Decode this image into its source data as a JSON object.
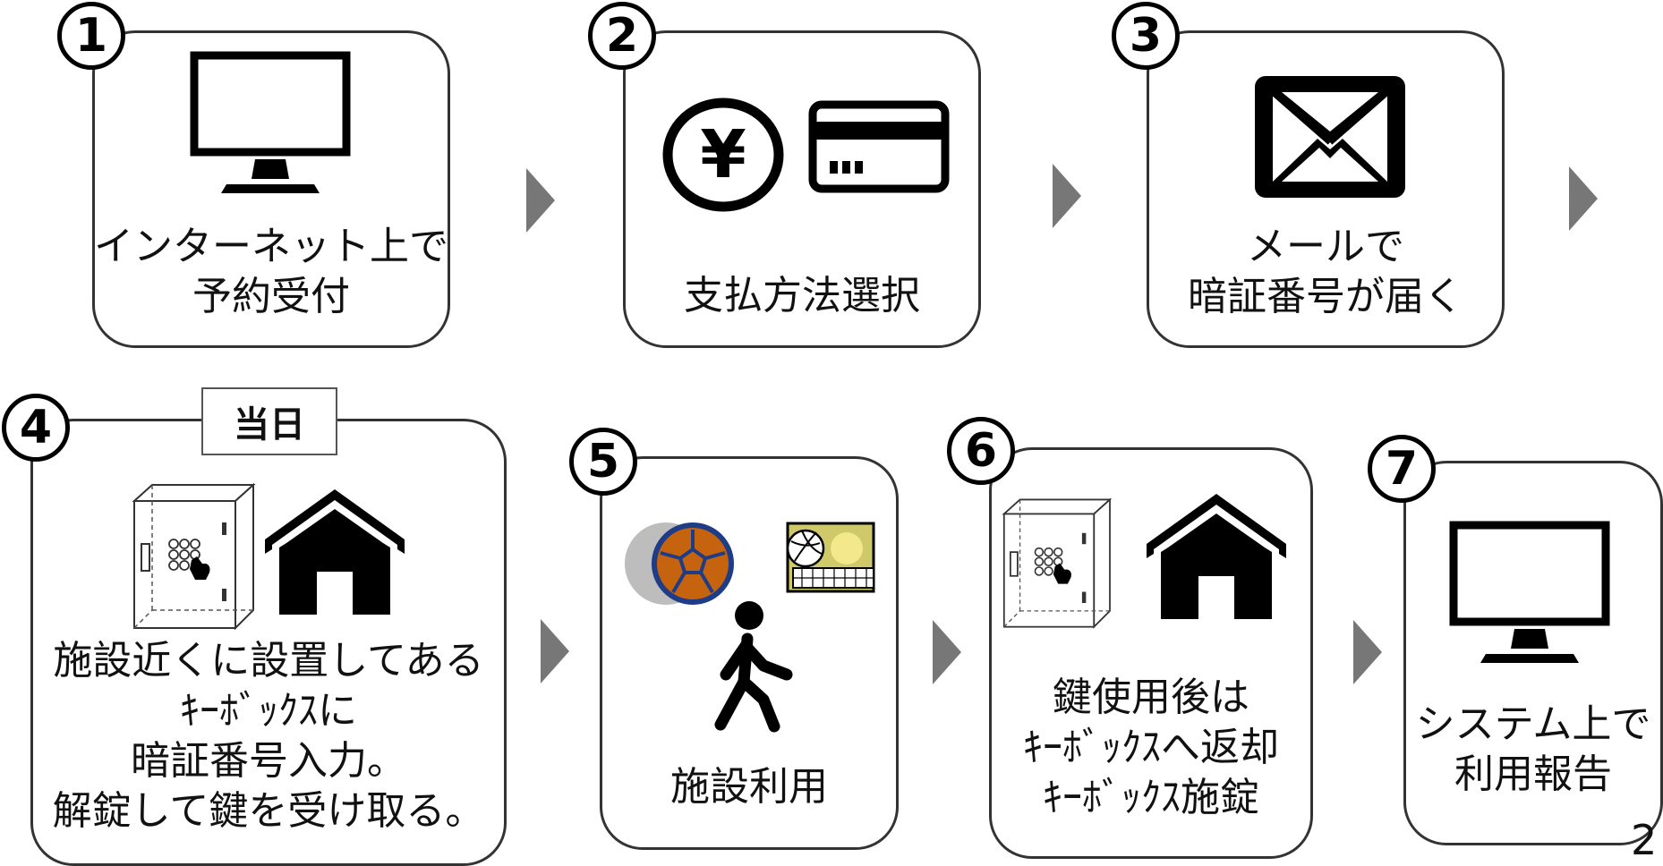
{
  "steps": [
    {
      "num": "1",
      "lines": [
        "インターネット上で",
        "予約受付"
      ],
      "icons": [
        "monitor-icon"
      ]
    },
    {
      "num": "2",
      "lines": [
        "支払方法選択"
      ],
      "icons": [
        "yen-coin-icon",
        "credit-card-icon"
      ]
    },
    {
      "num": "3",
      "lines": [
        "メールで",
        "暗証番号が届く"
      ],
      "icons": [
        "envelope-icon"
      ]
    },
    {
      "num": "4",
      "tag": "当日",
      "lines": [
        "施設近くに設置してある",
        "ｷｰﾎﾞｯｸｽに",
        "暗証番号入力。",
        "解錠して鍵を受け取る。"
      ],
      "icons": [
        "key-box-icon",
        "house-icon"
      ]
    },
    {
      "num": "5",
      "lines": [
        "施設利用"
      ],
      "icons": [
        "handball-icon",
        "volleyball-icon",
        "walking-person-icon"
      ]
    },
    {
      "num": "6",
      "lines": [
        "鍵使用後は",
        "ｷｰﾎﾞｯｸｽへ返却",
        "ｷｰﾎﾞｯｸｽ施錠"
      ],
      "icons": [
        "key-box-icon",
        "house-icon"
      ]
    },
    {
      "num": "7",
      "lines": [
        "システム上で",
        "利用報告"
      ],
      "icons": [
        "monitor-icon"
      ]
    }
  ],
  "page_number": "2",
  "colors": {
    "border": "#333333",
    "arrow": "#777777",
    "icon": "#000000"
  }
}
